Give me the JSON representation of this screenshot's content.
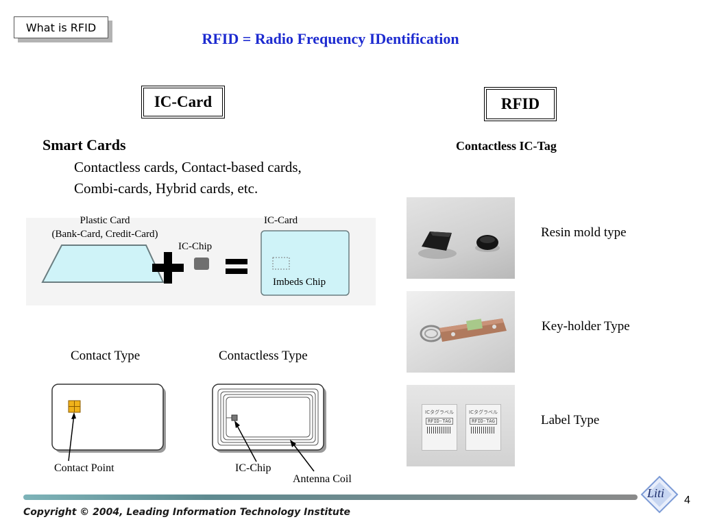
{
  "header": {
    "tag": "What is RFID",
    "title": "RFID = Radio Frequency IDentification"
  },
  "left": {
    "box_label": "IC-Card",
    "heading": "Smart Cards",
    "lines": [
      "Contactless cards, Contact-based cards,",
      "Combi-cards, Hybrid cards, etc."
    ],
    "equation": {
      "plastic_label": [
        "Plastic Card",
        "(Bank-Card, Credit-Card)"
      ],
      "chip_label": "IC-Chip",
      "result_label": "IC-Card",
      "result_inner": "Imbeds Chip",
      "colors": {
        "card_fill": "#cff3f8",
        "card_stroke": "#6a7d80",
        "chip": "#6f6f6f"
      }
    },
    "types": {
      "contact": "Contact Type",
      "contactless": "Contactless Type",
      "contact_point": "Contact Point",
      "ic_chip": "IC-Chip",
      "antenna": "Antenna Coil",
      "contact_chip_color": "#f0b21a"
    }
  },
  "right": {
    "box_label": "RFID",
    "heading": "Contactless IC-Tag",
    "items": [
      {
        "label": "Resin mold type",
        "icon": "resin-mold-photo"
      },
      {
        "label": "Key-holder Type",
        "icon": "key-holder-photo"
      },
      {
        "label": "Label Type",
        "icon": "label-tag-photo"
      }
    ],
    "label_tag_texts": [
      "ICタグラベル",
      "RFID-TAG"
    ]
  },
  "footer": {
    "copyright": "Copyright © 2004, Leading Information Technology Institute",
    "logo_text": "Liti",
    "page_number": "4",
    "colors": {
      "bar": "#5e8a90",
      "logo": "#7c9bd6"
    }
  }
}
